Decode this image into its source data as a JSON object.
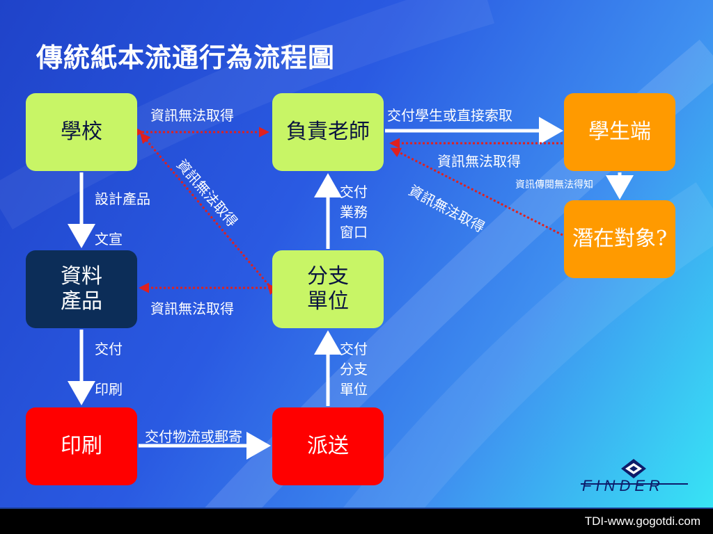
{
  "title": "傳統紙本流通行為流程圖",
  "nodes": {
    "school": "學校",
    "teacher": "負責老師",
    "student": "學生端",
    "potential": "潛在對象?",
    "material": "資料\n產品",
    "branch": "分支\n單位",
    "print": "印刷",
    "delivery": "派送"
  },
  "labels": {
    "school_teacher": "資訊無法取得",
    "teacher_student": "交付學生或直接索取",
    "student_teacher": "資訊無法取得",
    "student_potential": "資訊傳閱無法得知",
    "diag_branch_school": "資訊無法取得",
    "diag_potential_teacher": "資訊無法取得",
    "school_material": "設計產品\n\n文宣",
    "branch_teacher": "交付\n業務\n窗口",
    "branch_material": "資訊無法取得",
    "material_print": "交付\n\n印刷",
    "delivery_branch": "交付\n分支\n單位",
    "print_delivery": "交付物流或郵寄"
  },
  "logo": {
    "text": "FINDER"
  },
  "footer": {
    "text": "TDI-www.gogotdi.com"
  },
  "colors": {
    "green": "#c8f566",
    "orange": "#ff9a00",
    "red": "#ff0000",
    "navy": "#0c2d58",
    "dotted": "#e0201e"
  }
}
